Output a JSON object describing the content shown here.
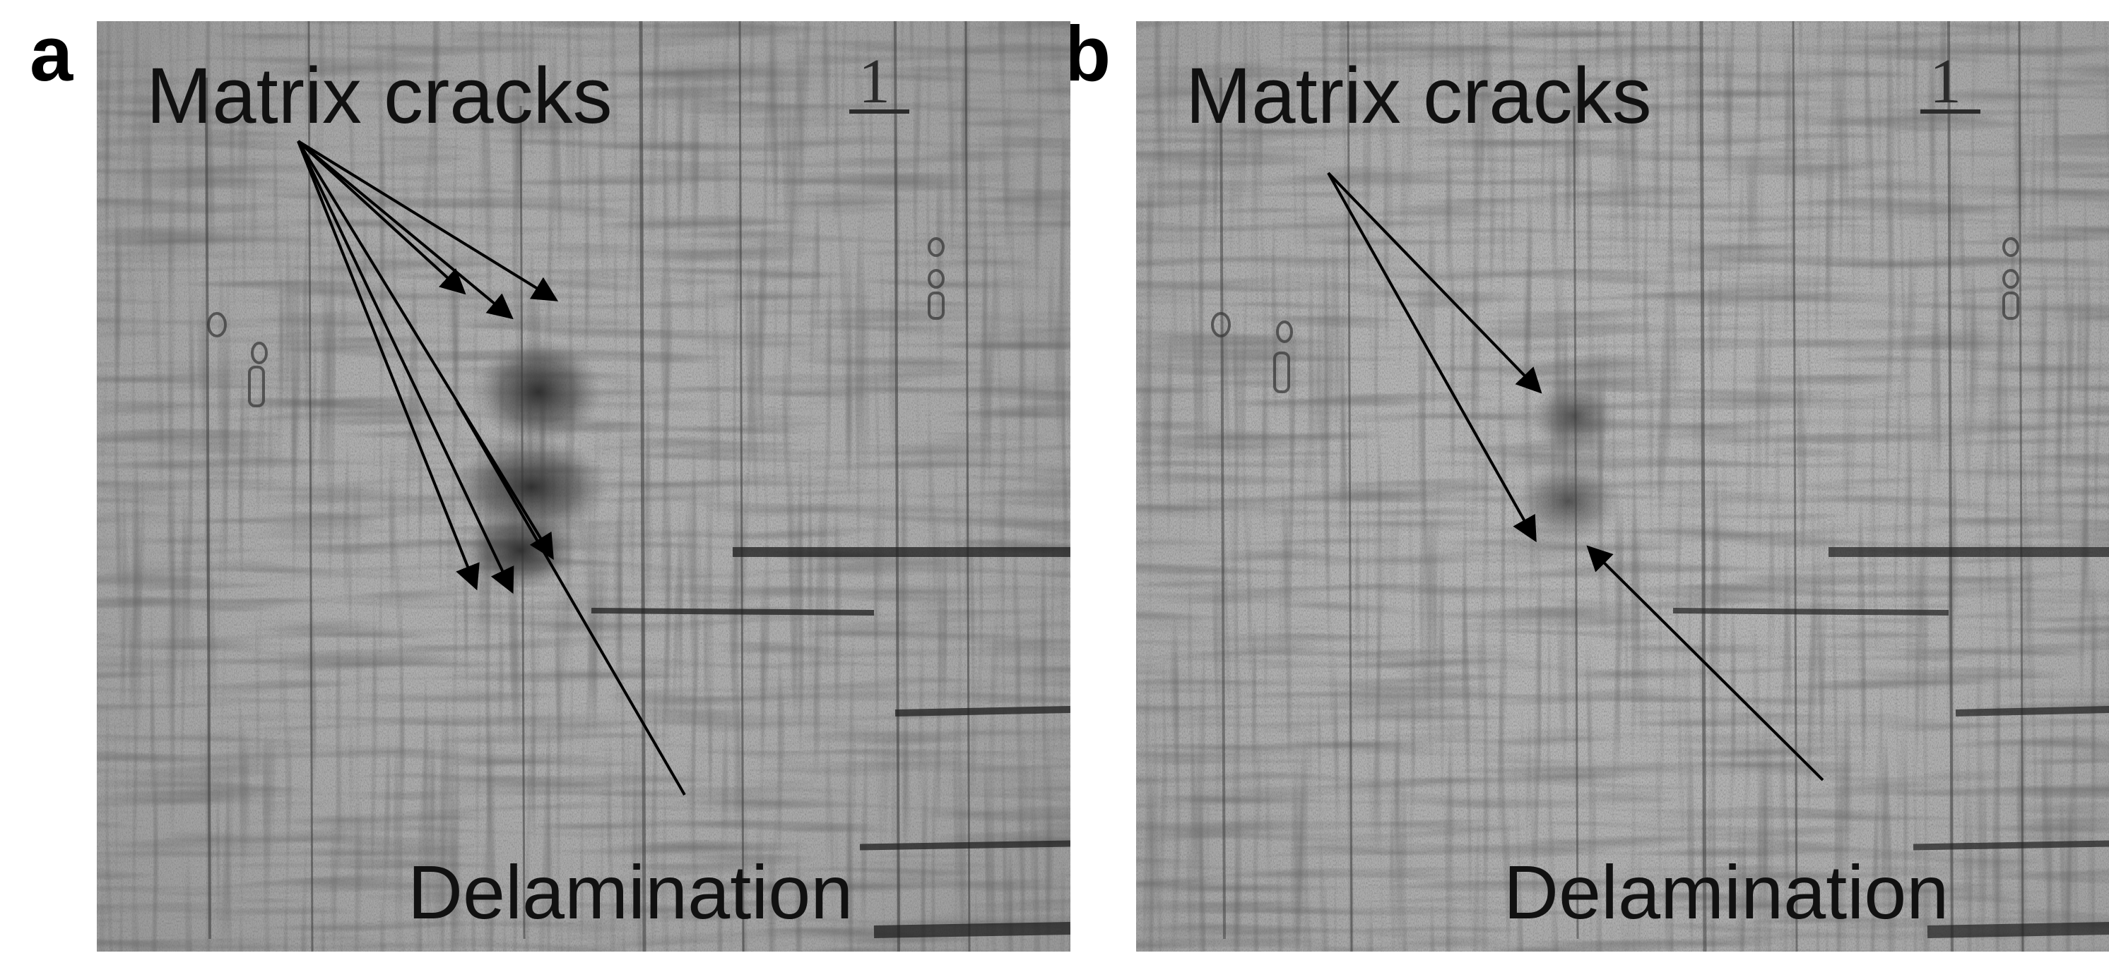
{
  "figure": {
    "panels": [
      {
        "letter": "a",
        "matrix_label": "Matrix cracks",
        "delamination_label": "Delamination",
        "scale_mark": "1"
      },
      {
        "letter": "b",
        "matrix_label": "Matrix cracks",
        "delamination_label": "Delamination",
        "scale_mark": "1"
      }
    ]
  },
  "colors": {
    "background": "#ffffff",
    "micrograph_base": "#a9a9a9",
    "arrow": "#000000",
    "label_text": "#111111"
  }
}
